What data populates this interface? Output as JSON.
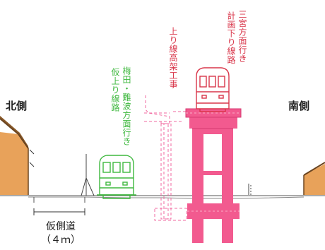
{
  "labels": {
    "north": "北側",
    "south": "南側",
    "temp_road": "仮側道",
    "temp_road_width": "（４ｍ）"
  },
  "vertical_text": {
    "planned_down_line": [
      "三宮方面行き",
      "計画下り線路"
    ],
    "up_line_elevated": "上り線高架工事",
    "temp_up_line": [
      "梅田・難波方面行き",
      "仮上り線路"
    ]
  },
  "colors": {
    "pink": "#d9364a",
    "pink_fill": "#f25a8f",
    "green": "#3fb83f",
    "building": "#e8a25a",
    "line": "#555555"
  }
}
